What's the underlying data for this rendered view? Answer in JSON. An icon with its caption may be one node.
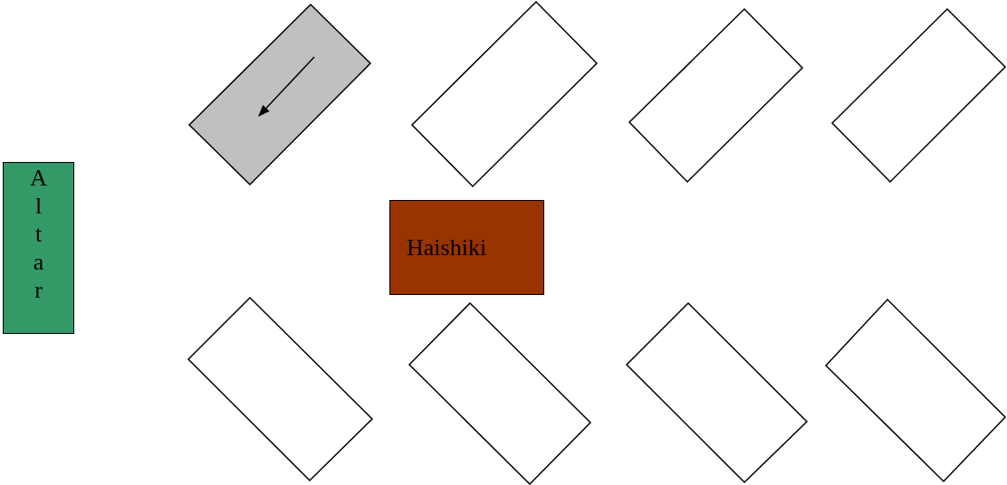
{
  "diagram": {
    "nodes": [
      {
        "text": [],
        "shape": "box"
      },
      {
        "text": [],
        "shape": "box"
      },
      {
        "text": [],
        "shape": "box"
      },
      {
        "text": [],
        "shape": "box"
      },
      {
        "text": [
          "Altar"
        ]
      },
      {
        "text": [
          "Haishiki"
        ]
      },
      {
        "text": [],
        "shape": "box"
      },
      {
        "text": [],
        "shape": "box"
      },
      {
        "text": [],
        "shape": "box"
      },
      {
        "text": [],
        "shape": "box"
      }
    ]
  }
}
